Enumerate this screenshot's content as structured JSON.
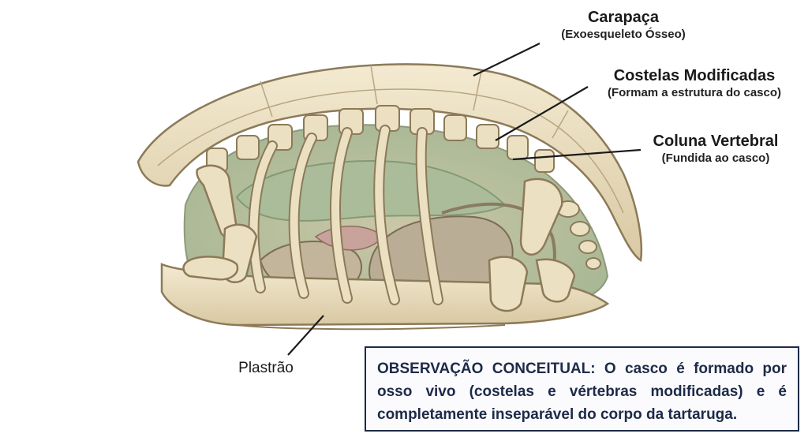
{
  "labels": {
    "carapaca": {
      "title": "Carapaça",
      "subtitle": "(Exoesqueleto Ósseo)"
    },
    "costelas": {
      "title": "Costelas Modificadas",
      "subtitle": "(Formam a estrutura do casco)"
    },
    "coluna": {
      "title": "Coluna Vertebral",
      "subtitle": "(Fundida ao casco)"
    },
    "plastrao": {
      "title": "Plastrão"
    }
  },
  "note": {
    "text": "OBSERVAÇÃO CONCEITUAL: O casco é formado por osso vivo (costelas e vértebras modificadas) e é completamente inseparável do corpo da tartaruga."
  },
  "colors": {
    "bone": "#ece0c2",
    "bone_outline": "#8c7a58",
    "organs": "#b9ad96",
    "lung": "#a9bc9a",
    "text": "#1a1a1a",
    "note_border": "#1d2a48"
  }
}
